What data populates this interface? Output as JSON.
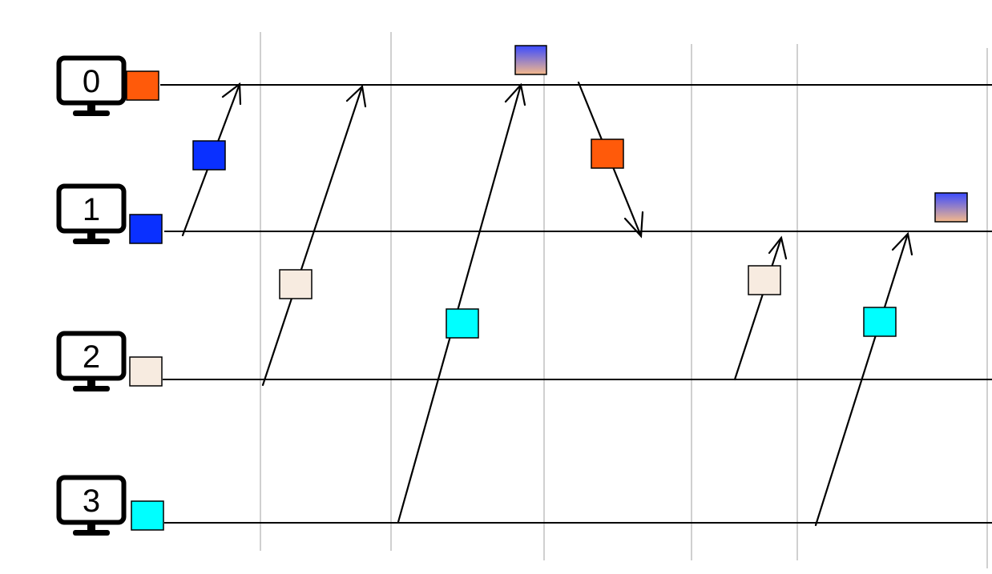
{
  "nodes": [
    {
      "label": "0",
      "color": "#ff5a0a"
    },
    {
      "label": "1",
      "color": "#0a30ff"
    },
    {
      "label": "2",
      "color": "#f7ebe0"
    },
    {
      "label": "3",
      "color": "#00ffff"
    }
  ],
  "messages": [
    {
      "from": "1",
      "to": "0",
      "color": "#0a30ff"
    },
    {
      "from": "2",
      "to": "0",
      "color": "#f7ebe0"
    },
    {
      "from": "3",
      "to": "0",
      "color": "#00ffff"
    },
    {
      "from": "0",
      "to": "1",
      "color": "#ff5a0a"
    },
    {
      "from": "2",
      "to": "1",
      "color": "#f7ebe0"
    },
    {
      "from": "3",
      "to": "1",
      "color": "#00ffff"
    }
  ],
  "merged_states": [
    {
      "node": "0",
      "gradient": [
        "#3a4bff",
        "#f5b98a"
      ]
    },
    {
      "node": "1",
      "gradient": [
        "#3a4bff",
        "#f5b98a"
      ]
    }
  ],
  "colors": {
    "timeline": "#000000",
    "grid": "#c0c0c0",
    "arrow": "#000000"
  }
}
